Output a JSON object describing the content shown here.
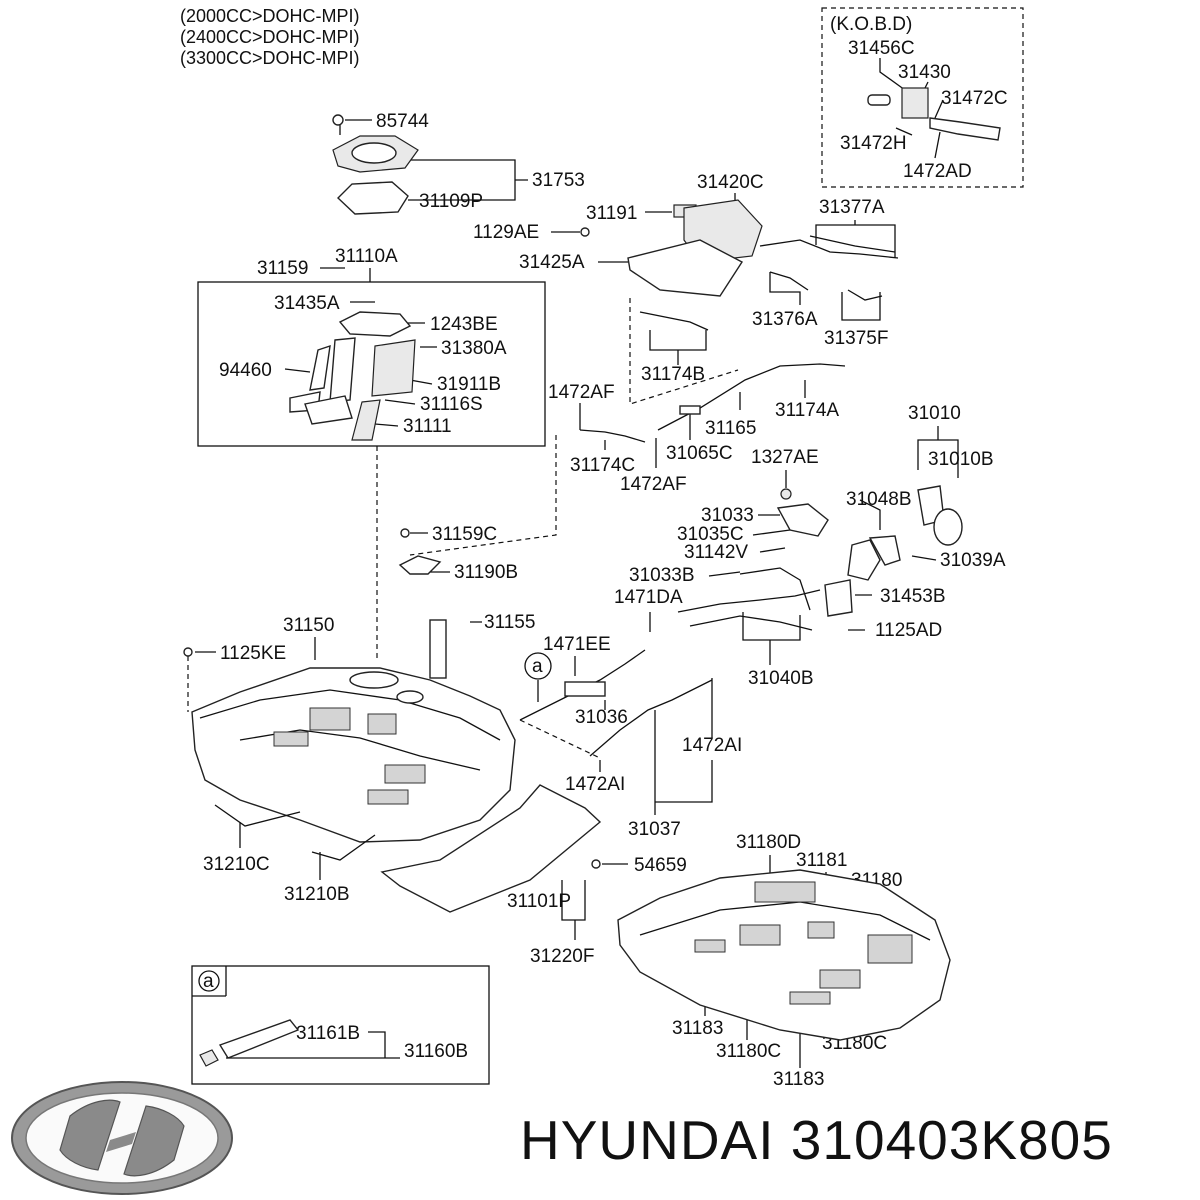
{
  "header": {
    "engines": [
      "(2000CC>DOHC-MPI)",
      "(2400CC>DOHC-MPI)",
      "(3300CC>DOHC-MPI)"
    ]
  },
  "kobd": {
    "title": "(K.O.B.D)",
    "labels": [
      "31456C",
      "31430",
      "31472C",
      "31472H",
      "1472AD"
    ]
  },
  "parts": {
    "p85744": "85744",
    "p31753": "31753",
    "p31109P": "31109P",
    "p31420C": "31420C",
    "p31191": "31191",
    "p1129AE": "1129AE",
    "p31377A": "31377A",
    "p31425A": "31425A",
    "p31376A": "31376A",
    "p31375F": "31375F",
    "p31159": "31159",
    "p31110A": "31110A",
    "p31435A": "31435A",
    "p1243BE": "1243BE",
    "p31380A": "31380A",
    "p94460": "94460",
    "p31911B": "31911B",
    "p31116S": "31116S",
    "p31111": "31111",
    "p31174B": "31174B",
    "p1472AF_a": "1472AF",
    "p31174A": "31174A",
    "p31165": "31165",
    "p31010": "31010",
    "p31174C": "31174C",
    "p31065C": "31065C",
    "p1472AF_b": "1472AF",
    "p1327AE": "1327AE",
    "p31010B": "31010B",
    "p31033": "31033",
    "p31048B": "31048B",
    "p31035C": "31035C",
    "p31159C": "31159C",
    "p31142V": "31142V",
    "p31039A": "31039A",
    "p31190B": "31190B",
    "p31033B": "31033B",
    "p31453B": "31453B",
    "p1471DA": "1471DA",
    "p31155": "31155",
    "p1125AD": "1125AD",
    "p31150": "31150",
    "p1125KE": "1125KE",
    "p1471EE": "1471EE",
    "p31040B": "31040B",
    "p_a_callout": "a",
    "p31036": "31036",
    "p1472AI_a": "1472AI",
    "p1472AI_b": "1472AI",
    "p31037": "31037",
    "p31210C": "31210C",
    "p54659": "54659",
    "p31180D": "31180D",
    "p31181": "31181",
    "p31180": "31180",
    "p31210B": "31210B",
    "p31101P": "31101P",
    "p31220F": "31220F",
    "p31183_a": "31183",
    "p31180C_a": "31180C",
    "p31180C_b": "31180C",
    "p31183_b": "31183"
  },
  "inset": {
    "tag": "a",
    "labels": [
      "31161B",
      "31160B"
    ]
  },
  "brand": {
    "text": "HYUNDAI 310403K805",
    "logo_color": "#8a8a8a"
  }
}
